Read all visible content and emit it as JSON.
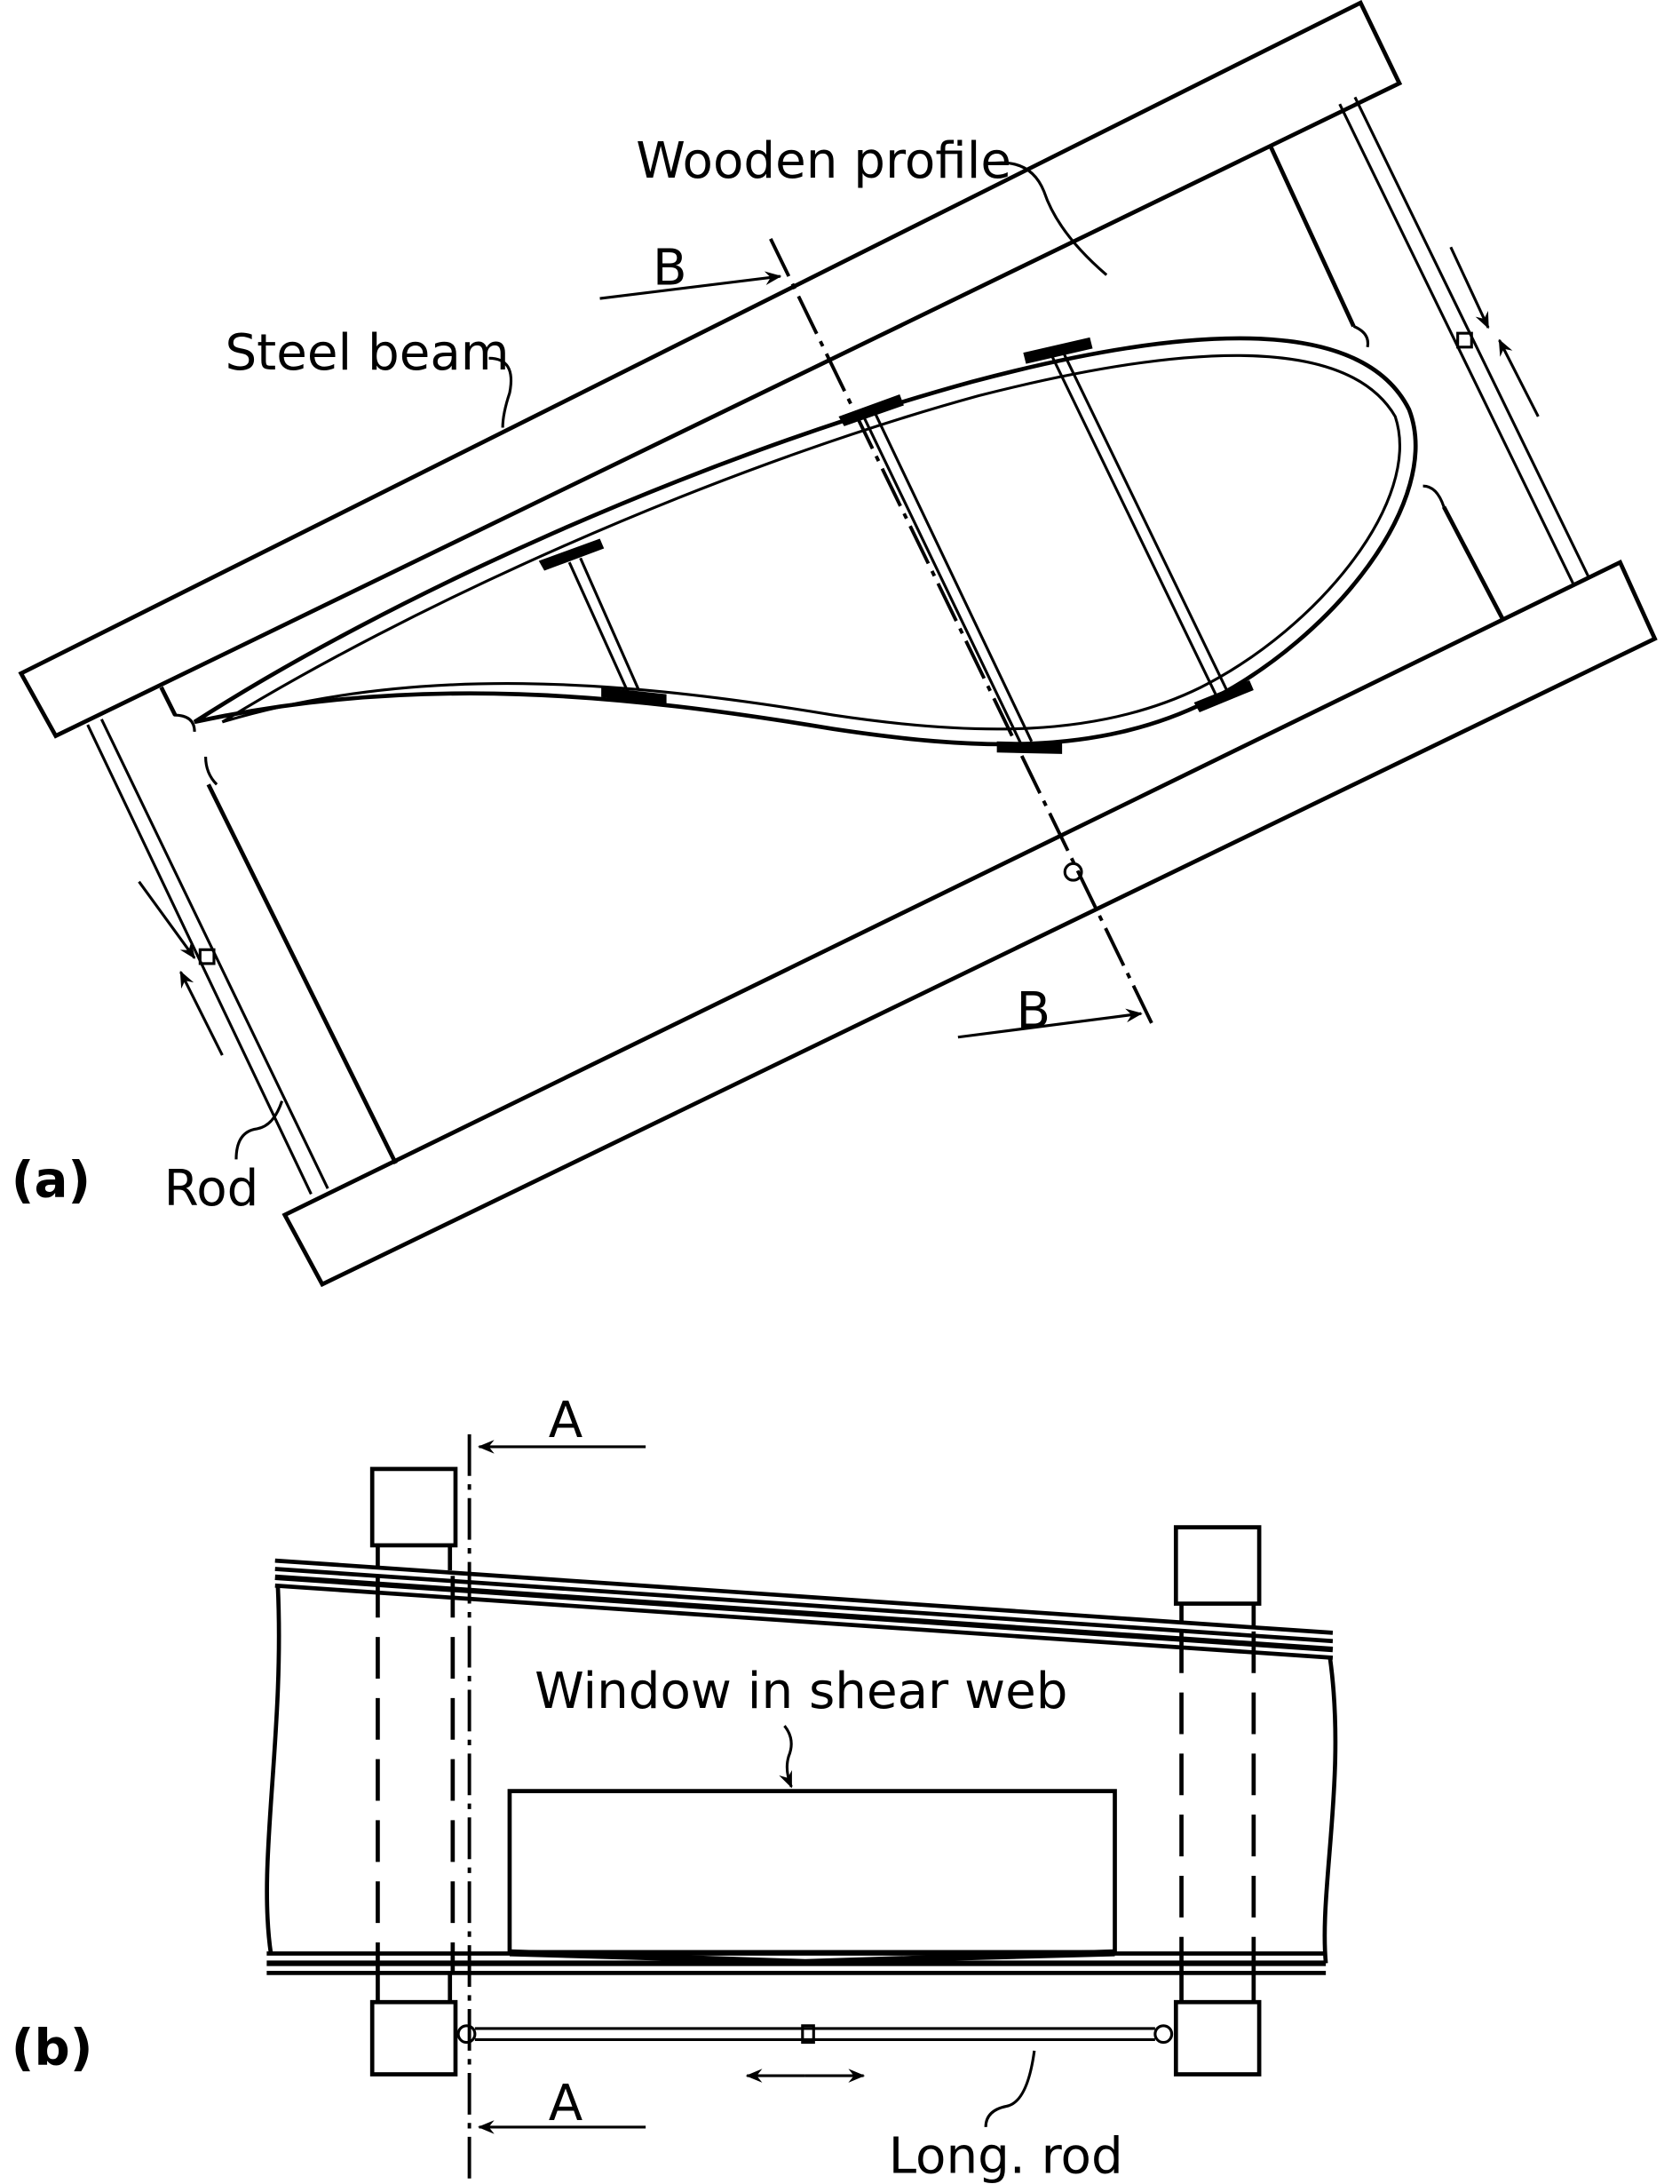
{
  "panel_a": {
    "panel_label": "(a)",
    "labels": {
      "wooden_profile": "Wooden profile",
      "steel_beam": "Steel beam",
      "rod": "Rod",
      "section_top": "B",
      "section_bottom": "B"
    }
  },
  "panel_b": {
    "panel_label": "(b)",
    "labels": {
      "window": "Window in shear web",
      "long_rod": "Long. rod",
      "section_top": "A",
      "section_bottom": "A"
    }
  }
}
